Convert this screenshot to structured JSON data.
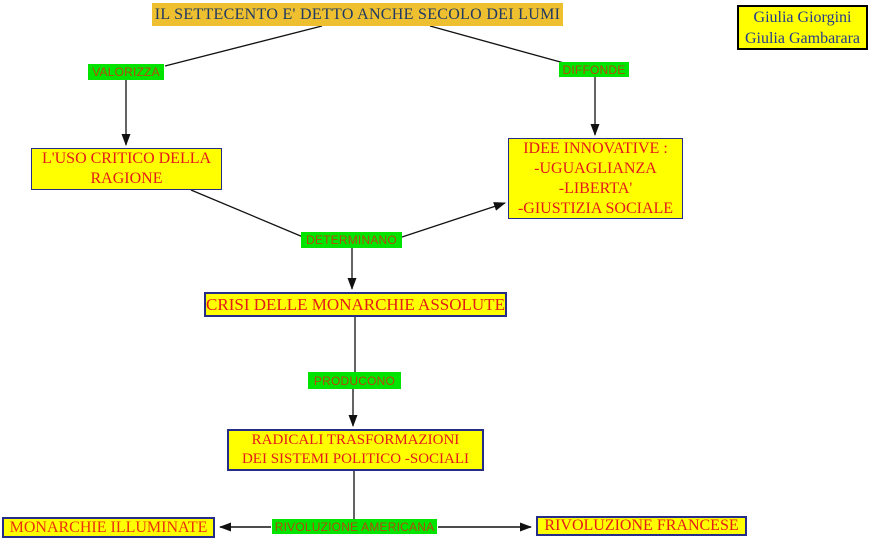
{
  "title": {
    "label": "IL SETTECENTO E' DETTO ANCHE SECOLO DEI LUMI"
  },
  "authors": {
    "line1": "Giulia Giorgini",
    "line2": "Giulia Gambarara"
  },
  "link_labels": {
    "valorizza": "VALORIZZA",
    "diffonde": "DIFFONDE",
    "determinano": "DETERMINANO",
    "producono": "PRODUCONO",
    "rivoluzione_americana": "RIVOLUZIONE AMERICANA"
  },
  "concepts": {
    "uso_critico": "L'USO CRITICO DELLA\nRAGIONE",
    "idee_innovative": "IDEE INNOVATIVE :\n-UGUAGLIANZA\n-LIBERTA'\n-GIUSTIZIA SOCIALE",
    "crisi_monarchie": "CRISI DELLE MONARCHIE ASSOLUTE",
    "radicali_trasformazioni": "RADICALI TRASFORMAZIONI\nDEI SISTEMI POLITICO -SOCIALI",
    "monarchie_illuminate": "MONARCHIE ILLUMINATE",
    "rivoluzione_francese": "RIVOLUZIONE FRANCESE"
  },
  "colors": {
    "title_bg": "#EEC02F",
    "title_text": "#1F3864",
    "concept_bg": "#FFFF00",
    "concept_border": "#252D88",
    "concept_text": "#E31B1B",
    "link_label_bg": "#00E400",
    "link_label_text": "#B44A0C",
    "authors_bg": "#FFFF00",
    "authors_border": "#000000",
    "authors_text": "#233B8F",
    "line": "#111111"
  }
}
